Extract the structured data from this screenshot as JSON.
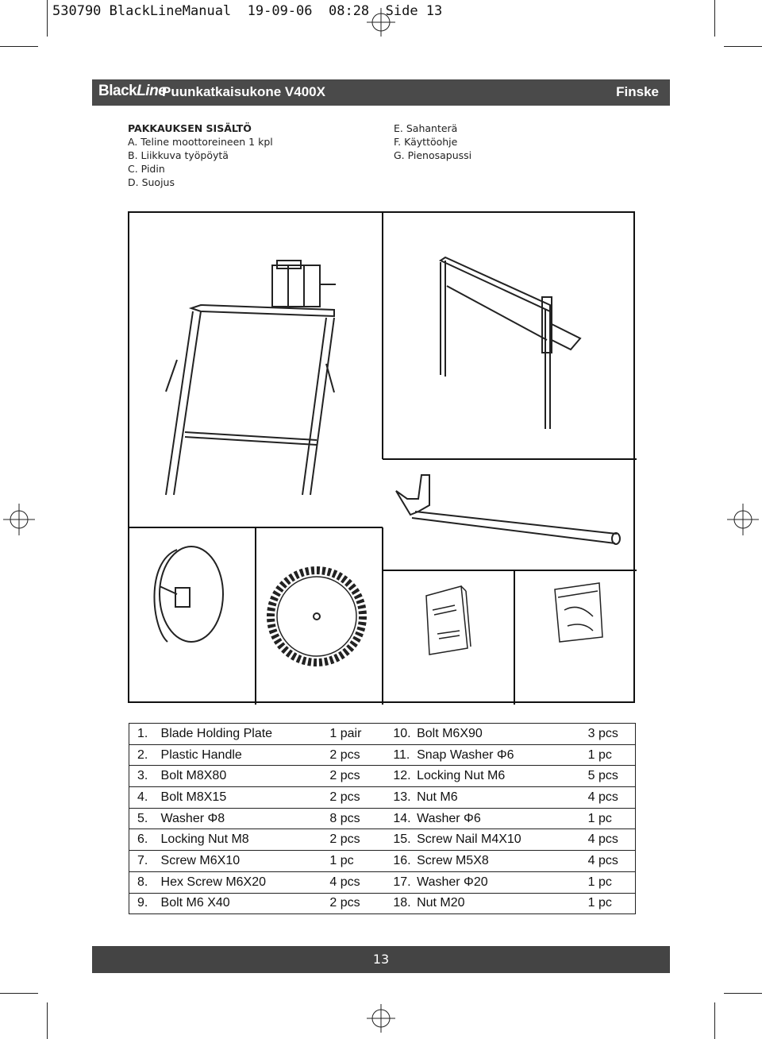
{
  "slug": "530790 BlackLineManual  19-09-06  08:28  Side 13",
  "header": {
    "logo_black": "Black",
    "logo_line": "Line",
    "title": "Puunkatkaisukone V400X",
    "language": "Finske"
  },
  "contents": {
    "heading": "PAKKAUKSEN SISÄLTÖ",
    "left_items": [
      "A. Teline moottoreineen 1 kpl",
      "B. Liikkuva työpöytä",
      "C. Pidin",
      "D. Suojus"
    ],
    "right_items": [
      "E. Sahanterä",
      "F. Käyttöohje",
      "G. Pienosapussi"
    ]
  },
  "parts": [
    {
      "n1": "1.",
      "name1": "Blade Holding Plate",
      "q1": "1 pair",
      "n2": "10.",
      "name2": "Bolt M6X90",
      "q2": "3 pcs"
    },
    {
      "n1": "2.",
      "name1": "Plastic Handle",
      "q1": "2 pcs",
      "n2": "11.",
      "name2": "Snap Washer  Φ6",
      "q2": "1 pc"
    },
    {
      "n1": "3.",
      "name1": "Bolt M8X80",
      "q1": "2 pcs",
      "n2": "12.",
      "name2": "Locking Nut M6",
      "q2": "5 pcs"
    },
    {
      "n1": "4.",
      "name1": "Bolt M8X15",
      "q1": "2 pcs",
      "n2": "13.",
      "name2": "Nut M6",
      "q2": "4 pcs"
    },
    {
      "n1": "5.",
      "name1": "Washer  Φ8",
      "q1": "8 pcs",
      "n2": "14.",
      "name2": "Washer  Φ6",
      "q2": "1 pc"
    },
    {
      "n1": "6.",
      "name1": "Locking Nut M8",
      "q1": "2 pcs",
      "n2": "15.",
      "name2": "Screw Nail M4X10",
      "q2": "4 pcs"
    },
    {
      "n1": "7.",
      "name1": "Screw M6X10",
      "q1": "1 pc",
      "n2": "16.",
      "name2": "Screw M5X8",
      "q2": "4 pcs"
    },
    {
      "n1": "8.",
      "name1": "Hex Screw M6X20",
      "q1": "4 pcs",
      "n2": "17.",
      "name2": "Washer  Φ20",
      "q2": "1 pc"
    },
    {
      "n1": "9.",
      "name1": "Bolt M6 X40",
      "q1": "2 pcs",
      "n2": "18.",
      "name2": "Nut M20",
      "q2": "1 pc"
    }
  ],
  "manual_cover": {
    "line1": "",
    "line2": ""
  },
  "page_number": "13"
}
